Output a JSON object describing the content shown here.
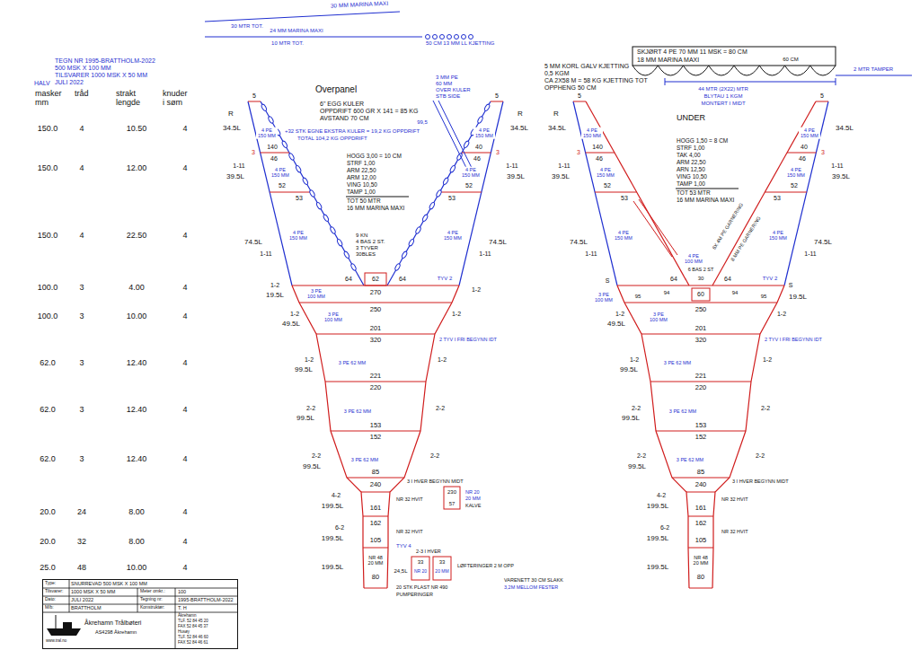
{
  "diagram": {
    "nodes": [
      {
        "text": [
          "Type:",
          "SNURREVAD 500 MSK X 100 MM",
          "Tilsvarer:",
          "1000 MSK X 50 MM",
          "Meter omkr.:",
          "100",
          "Dato:",
          "JULI 2022",
          "Tegning nr:",
          "1995-BRATTHOLM-2022",
          "M/b:",
          "BRATTHOLM",
          "Konstruktør:",
          "T. H",
          "Åkrehamn Trålbøteri",
          "AS4298 Åkrehamn",
          "www.tral.no",
          "Åkrehamn",
          "TLF. 52 84 45 20",
          "FAX 52 84 45 37",
          "Husøy",
          "TLF. 52 84 46 60",
          "FAX 52 84 46 61"
        ]
      }
    ],
    "labels": [
      "TEGN NR 1995-BRATTHOLM-2022",
      "500 MSK X 100 MM",
      "TILSVARER 1000 MSK X 50 MM",
      "HALV",
      "JULI 2022",
      "masker",
      "mm",
      "tråd",
      "strakt",
      "lengde",
      "knuder",
      "i søm",
      "150.0",
      "4",
      "10.50",
      "4",
      "150.0",
      "4",
      "12.00",
      "4",
      "150.0",
      "4",
      "22.50",
      "4",
      "100.0",
      "3",
      "4.00",
      "4",
      "100.0",
      "3",
      "10.00",
      "4",
      "62.0",
      "3",
      "12.40",
      "4",
      "62.0",
      "3",
      "12.40",
      "4",
      "62.0",
      "3",
      "12.40",
      "4",
      "20.0",
      "24",
      "8.00",
      "4",
      "20.0",
      "32",
      "8.00",
      "4",
      "25.0",
      "48",
      "10.00",
      "4",
      "30 MM MARINA MAXI",
      "30 MTR TOT.",
      "24 MM MARINA MAXI",
      "10 MTR TOT.",
      "50 CM 13 MM LL KJETTING",
      "Overpanel",
      "6\" EGG KULER",
      "OPPDRIFT 600 GR X 141 = 85 KG",
      "AVSTAND 70 CM",
      "+32 STK EGNE EKSTRA KULER = 19,2 KG OPPDRIFT",
      "TOTAL 104,2 KG OPPDRIFT",
      "3 MM PE",
      "60 MM",
      "OVER KULER",
      "STB SIDE",
      "99,5",
      "HOGG 3,00 = 10 CM",
      "STRF 1,00",
      "ARM 22,50",
      "ARM 12,00",
      "VING 10,50",
      "TAMP 1,00",
      "TOT 50 MTR",
      "16 MM MARINA MAXI",
      "9 KN",
      "4 BAS 2 ST.",
      "3 TYVER",
      "30BLES",
      "5",
      "R",
      "34.5L",
      "4 PE 150 MM",
      "3",
      "140",
      "46",
      "1-11",
      "39.5L",
      "4 PE 150 MM",
      "52",
      "53",
      "74.5L",
      "1-11",
      "4 PE 150 MM",
      "5",
      "R",
      "34.5L",
      "4 PE 150 MM",
      "3",
      "40",
      "46",
      "1-11",
      "39.5L",
      "4 PE 150 MM",
      "52",
      "53",
      "74.5L",
      "1-11",
      "4 PE 150 MM",
      "64",
      "62",
      "64",
      "TYV 2",
      "1-2",
      "19.5L",
      "3 PE 100 MM",
      "270",
      "1-2",
      "250",
      "1-2",
      "49.5L",
      "3 PE 100 MM",
      "1-2",
      "201",
      "320",
      "2 TYV I FRI BEGYNN IDT",
      "1-2",
      "99.5L",
      "3 PE 62 MM",
      "1-2",
      "221",
      "220",
      "2-2",
      "99.5L",
      "3 PE 62 MM",
      "2-2",
      "153",
      "152",
      "2-2",
      "99.5L",
      "3 PE 62 MM",
      "2-2",
      "85",
      "3 I HVER BEGYNN MIDT",
      "240",
      "4-2",
      "199.5L",
      "NR 32 HVIT",
      "161",
      "162",
      "6-2",
      "199.5L",
      "NR 32 HVIT",
      "105",
      "NR 48 20 MM",
      "199.5L",
      "80",
      "TYV 4",
      "230",
      "57",
      "NR 20",
      "20 MM",
      "KALVE",
      "2-3 I HVER",
      "33",
      "NR 20",
      "33",
      "20 MM",
      "24,5L",
      "LØFTERINGER 2 M OPP",
      "20 STK PLAST NR 490",
      "PUMPERINGER",
      "VARENETT 30 CM SLAKK",
      "3,2M MELLOM FESTER",
      "SKJØRT 4 PE 70 MM 11 MSK = 80 CM",
      "18 MM MARINA MAXI",
      "60 CM",
      "2 MTR TAMPER",
      "44 MTR (2X22) MTR",
      "BLYTAU 1 KGM",
      "MONTERT I MIDT",
      "5 MM KORL GALV KJETTING",
      "0,5 KGM",
      "CA 2X58 M = 58 KG KJETTING TOT",
      "OPPHENG 50 CM",
      "UNDER",
      "HOGG 1,50 = 8 CM",
      "STRF 1,00",
      "TAK 4,00",
      "ARM 22,50",
      "ARN 12,50",
      "VING 10,50",
      "TAMP 1,00",
      "TOT 53 MTR",
      "16 MM MARINA MAXI",
      "8 MM PE GARNERING",
      "6X 4M PE GARNERING",
      "5",
      "R",
      "34.5L",
      "4 PE 150 MM",
      "3",
      "140",
      "46",
      "1-11",
      "39.5L",
      "4 PE 150 MM",
      "52",
      "53",
      "74.5L",
      "1-11",
      "4 PE 150 MM",
      "5",
      "34.5L",
      "4 PE 150 MM",
      "3",
      "40",
      "46",
      "1-11",
      "39.5L",
      "4 PE 150 MM",
      "52",
      "53",
      "74.5L",
      "1-11",
      "4 PE 150 MM",
      "S",
      "64",
      "4 PE 100 MM",
      "6 BAS 2 ST",
      "30",
      "64",
      "TYV 2",
      "S",
      "3 PE 100 MM",
      "95",
      "94",
      "60",
      "94",
      "95",
      "19.5L",
      "250",
      "1-2",
      "49.5L",
      "3 PE 100 MM",
      "1-2",
      "201",
      "320",
      "2 TYV I FRI BEGYNN IDT",
      "1-2",
      "99.5L",
      "3 PE 62 MM",
      "1-2",
      "221",
      "220",
      "2-2",
      "99.5L",
      "3 PE 62 MM",
      "2-2",
      "153",
      "152",
      "2-2",
      "99.5L",
      "3 PE 62 MM",
      "2-2",
      "85",
      "3 I HVER BEGYNN MIDT",
      "240",
      "4-2",
      "199.5L",
      "NR 32 HVIT",
      "161",
      "162",
      "6-2",
      "199.5L",
      "NR 32 HVIT",
      "105",
      "NR 48 20 MM",
      "199.5L",
      "80"
    ]
  }
}
